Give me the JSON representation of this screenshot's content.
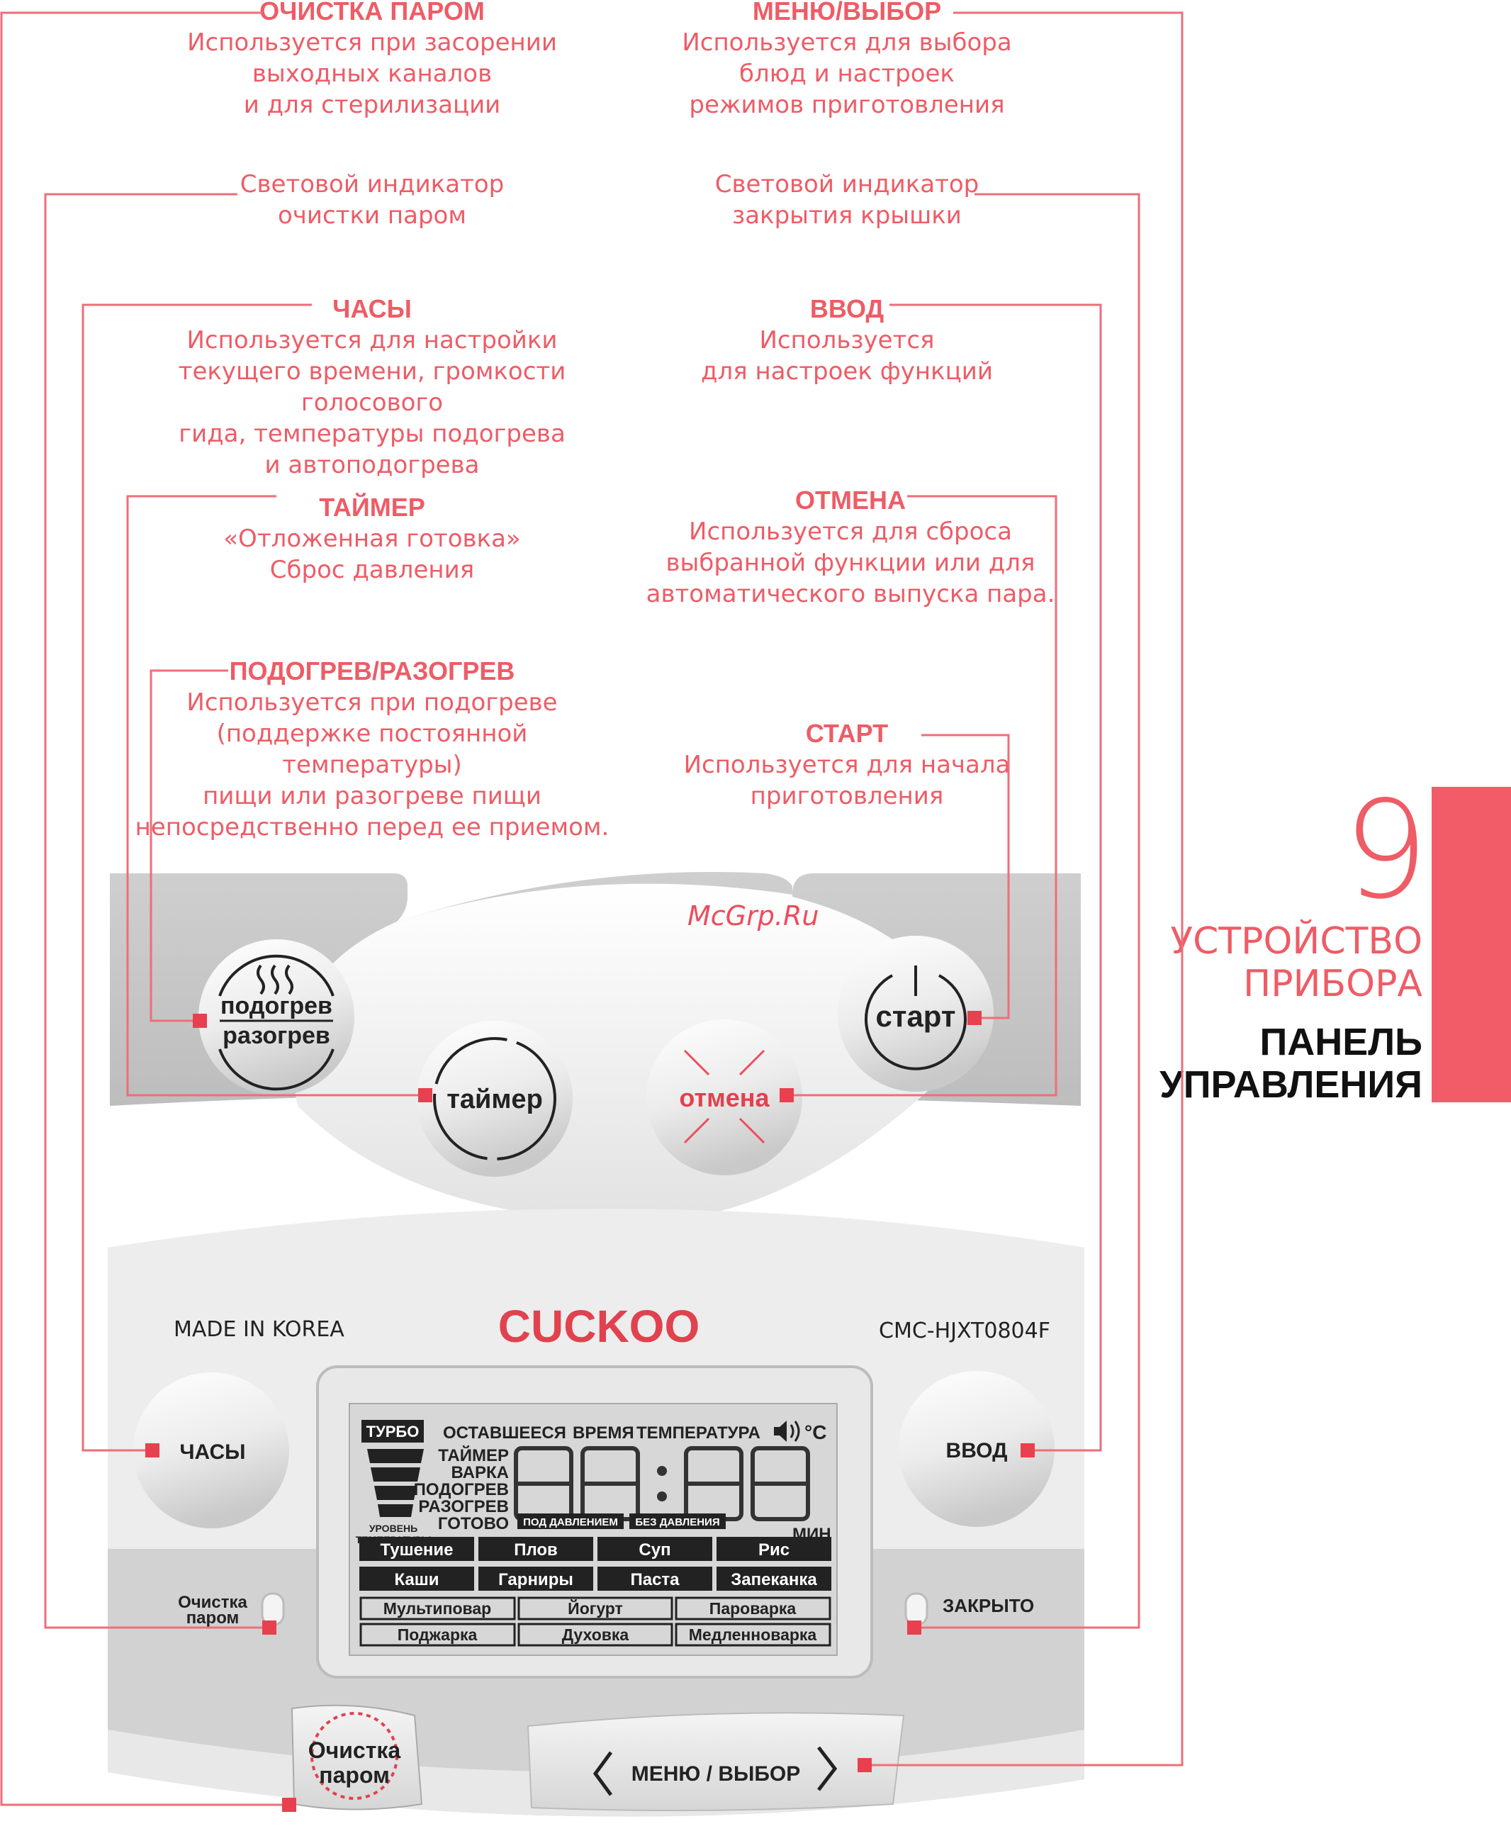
{
  "captions": {
    "steam_clean": {
      "title": "ОЧИСТКА ПАРОМ",
      "desc": "Используется при засорении\nвыходных каналов\nи для стерилизации"
    },
    "menu_select": {
      "title": "МЕНЮ/ВЫБОР",
      "desc": "Используется для выбора\nблюд и настроек\nрежимов приготовления"
    },
    "steam_indicator": {
      "title": "",
      "desc": "Световой индикатор\nочистки паром"
    },
    "lid_indicator": {
      "title": "",
      "desc": "Световой индикатор\nзакрытия крышки"
    },
    "clock": {
      "title": "ЧАСЫ",
      "desc": "Используется для настройки\nтекущего времени, громкости голосового\nгида, температуры подогрева\nи автоподогрева"
    },
    "enter": {
      "title": "ВВОД",
      "desc": "Используется\nдля настроек функций"
    },
    "timer": {
      "title": "ТАЙМЕР",
      "desc": "«Отложенная готовка»\nСброс давления"
    },
    "cancel": {
      "title": "ОТМЕНА",
      "desc": "Используется для сброса\nвыбранной функции или для\nавтоматического выпуска пара."
    },
    "warm": {
      "title": "ПОДОГРЕВ/РАЗОГРЕВ",
      "desc": "Используется при подогреве\n(поддержке постоянной температуры)\nпищи или разогреве пищи\nнепосредственно перед ее приемом."
    },
    "start": {
      "title": "СТАРТ",
      "desc": "Используется для начала\nприготовления"
    }
  },
  "side": {
    "page_number": "9",
    "section": "УСТРОЙСТВО\nПРИБОРА",
    "subsection": "ПАНЕЛЬ\nУПРАВЛЕНИЯ"
  },
  "watermark": "McGrp.Ru",
  "panel": {
    "warm_line1": "подогрев",
    "warm_line2": "разогрев",
    "timer": "таймер",
    "cancel": "отмена",
    "start": "старт",
    "made_in": "MADE IN KOREA",
    "brand": "CUCKOO",
    "model": "CMC-HJXT0804F",
    "clock": "ЧАСЫ",
    "enter": "ВВОД",
    "steam_line1": "Очистка",
    "steam_line2": "паром",
    "closed": "ЗАКРЫТО",
    "steam_btn_line1": "Очистка",
    "steam_btn_line2": "паром",
    "menu": "МЕНЮ / ВЫБОР"
  },
  "lcd": {
    "turbo": "ТУРБО",
    "remaining": "ОСТАВШЕЕСЯ",
    "time": "ВРЕМЯ",
    "temperature": "ТЕМПЕРАТУРА",
    "celsius": "°C",
    "status": [
      "ТАЙМЕР",
      "ВАРКА",
      "ПОДОГРЕВ",
      "РАЗОГРЕВ",
      "ГОТОВО"
    ],
    "level_line1": "УРОВЕНЬ",
    "level_line2": "ТЕМПЕРАТУРЫ",
    "min": "МИН",
    "pressure": "ПОД ДАВЛЕНИЕМ",
    "no_pressure": "БЕЗ ДАВЛЕНИЯ",
    "programs_row1": [
      "Тушение",
      "Плов",
      "Суп",
      "Рис"
    ],
    "programs_row2": [
      "Каши",
      "Гарниры",
      "Паста",
      "Запеканка"
    ],
    "programs_row3": [
      "Мультиповар",
      "Йогурт",
      "Пароварка"
    ],
    "programs_row4": [
      "Поджарка",
      "Духовка",
      "Медленноварка"
    ]
  },
  "colors": {
    "accent": "#ee5c66",
    "line": "#ee6e78",
    "marker": "#e8404e",
    "panel_gray": "#d2d2d2"
  }
}
